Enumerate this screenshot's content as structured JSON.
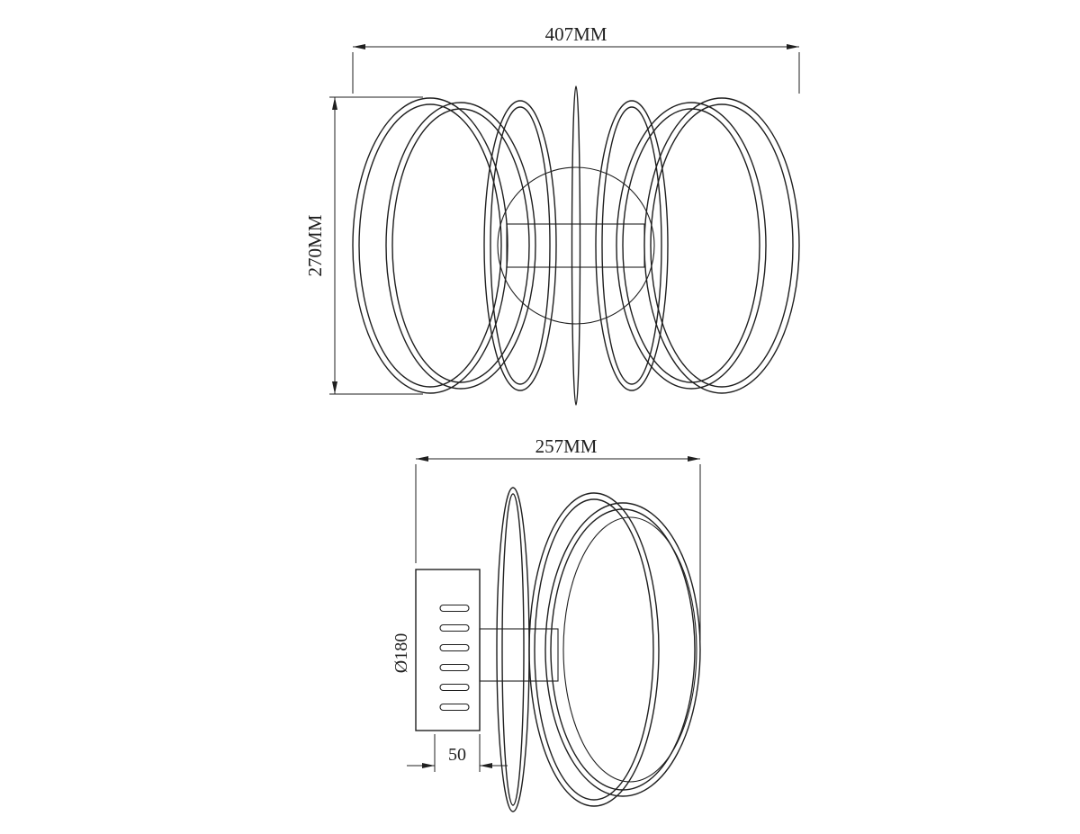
{
  "colors": {
    "background": "#ffffff",
    "line": "#1f1f1f"
  },
  "front_view": {
    "width_label": "407MM",
    "height_label": "270MM"
  },
  "side_view": {
    "depth_label": "257MM",
    "diameter_label": "Ø180",
    "plate_depth_label": "50"
  }
}
